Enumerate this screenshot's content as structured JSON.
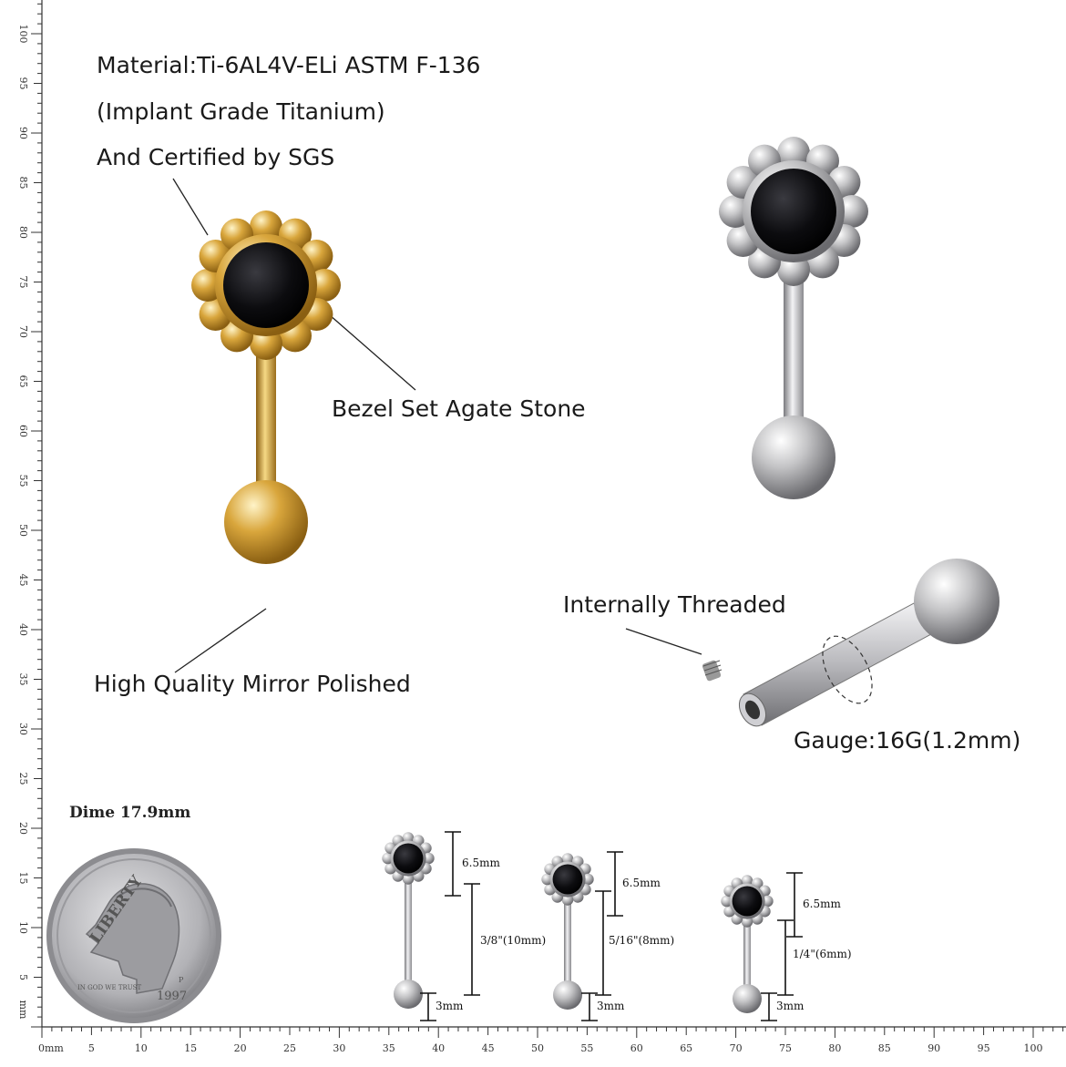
{
  "labels": {
    "material_1": "Material:Ti-6AL4V-ELi ASTM F-136",
    "material_2": "(Implant Grade Titanium)",
    "material_3": "And Certified by SGS",
    "stone": "Bezel Set Agate Stone",
    "polish": "High Quality Mirror Polished",
    "thread": "Internally Threaded",
    "gauge": "Gauge:16G(1.2mm)"
  },
  "dime": {
    "caption": "Dime 17.9mm",
    "word": "LIBERTY",
    "motto": "IN GOD WE TRUST",
    "year": "1997",
    "mint": "P"
  },
  "sizes": [
    {
      "top": "6.5mm",
      "bar": "3/8\"(10mm)",
      "ball": "3mm"
    },
    {
      "top": "6.5mm",
      "bar": "5/16\"(8mm)",
      "ball": "3mm"
    },
    {
      "top": "6.5mm",
      "bar": "1/4\"(6mm)",
      "ball": "3mm"
    }
  ],
  "ruler": {
    "unit": "mm",
    "x_start": "0mm",
    "x_labels": [
      "5",
      "10",
      "15",
      "20",
      "25",
      "30",
      "35",
      "40",
      "45",
      "50",
      "55",
      "60",
      "65",
      "70",
      "75",
      "80",
      "85",
      "90",
      "95",
      "100"
    ],
    "y_labels": [
      "5",
      "10",
      "15",
      "20",
      "25",
      "30",
      "35",
      "40",
      "45",
      "50",
      "55",
      "60",
      "65",
      "70",
      "75",
      "80",
      "85",
      "90",
      "95",
      "100"
    ]
  },
  "colors": {
    "gold": "#c9982f",
    "silver": "#c8c8ca",
    "stone": "#0c0c0f",
    "line": "#222222"
  }
}
